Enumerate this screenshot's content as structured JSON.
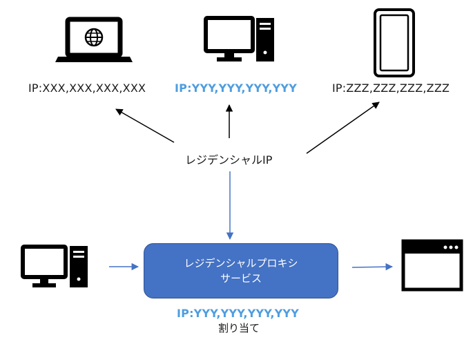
{
  "devices": {
    "laptop": {
      "ip": "IP:XXX,XXX,XXX,XXX",
      "icon": "laptop-globe-icon"
    },
    "desktop": {
      "ip": "IP:YYY,YYY,YYY,YYY",
      "icon": "desktop-computer-icon"
    },
    "smartphone": {
      "ip": "IP:ZZZ,ZZZ,ZZZ,ZZZ",
      "icon": "smartphone-icon"
    }
  },
  "center_label": "レジデンシャルIP",
  "service": {
    "line1": "レジデンシャルプロキシ",
    "line2": "サービス"
  },
  "assigned": {
    "ip": "IP:YYY,YYY,YYY,YYY",
    "caption": "割り当て"
  },
  "source_icon": "desktop-computer-icon",
  "destination_icon": "browser-window-icon",
  "colors": {
    "highlight_ip": "#4d9de0",
    "service_box": "#4472c4",
    "flow_arrow": "#4472c4",
    "black_arrow": "#000000"
  }
}
